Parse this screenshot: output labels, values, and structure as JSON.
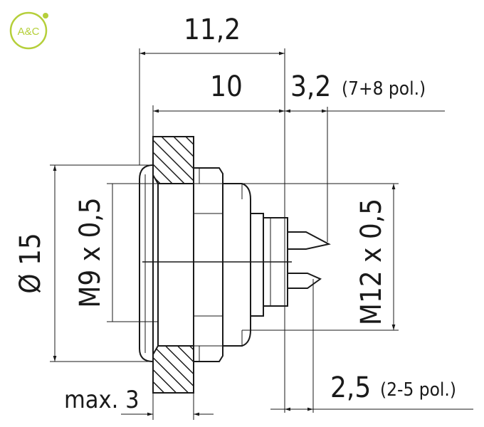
{
  "logo": {
    "text": "A&C",
    "color": "#b5cf3a"
  },
  "dimensions": {
    "overall_length": "11,2",
    "body_length": "10",
    "pin_length_7_8": "3,2",
    "pin_length_7_8_note": "(7+8 pol.)",
    "pin_length_2_5": "2,5",
    "pin_length_2_5_note": "(2-5 pol.)",
    "diameter": "Ø 15",
    "front_thread": "M9 x 0,5",
    "rear_thread": "M12 x 0,5",
    "panel_thickness": "max. 3"
  },
  "colors": {
    "line": "#1a1a1a",
    "background": "#ffffff"
  }
}
